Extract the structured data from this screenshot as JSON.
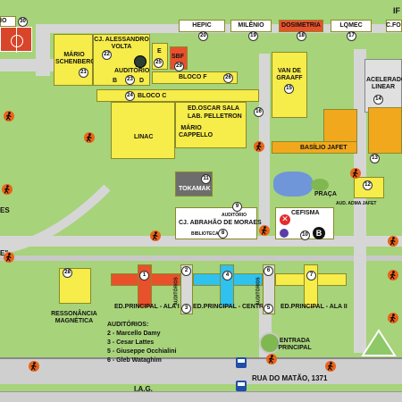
{
  "colors": {
    "grass": "#a7d37a",
    "road": "#d6d6d6",
    "building_yellow": "#f6ec4a",
    "building_orange": "#f2a81d",
    "building_red": "#e9502c",
    "building_blue": "#2fc2ef",
    "building_dark": "#6d6d6d",
    "water": "#6f96d8",
    "walker": "#e8641b"
  },
  "top_labels": {
    "corner_left": "IO",
    "corner_right": "IF",
    "c_fo": "C.FO"
  },
  "buildings": {
    "hepic": "HEPIC",
    "milenio": "MILÊNIO",
    "dosimetria": "DOSIMETRIA",
    "lqmec": "LQMEC",
    "mario_schenberg": "MÁRIO SCHENBERG",
    "alessandro_volta": "CJ. ALESSANDRO VOLTA",
    "auditorio_top": "AUDITÓRIO",
    "sbf": "SBF",
    "e": "E",
    "a": "A",
    "b": "B",
    "d": "D",
    "bloco_f": "BLOCO F",
    "bloco_c": "BLOCO C",
    "oscar_sala": "ED.OSCAR SALA",
    "pelletron": "LAB. PELLETRON",
    "van_de_graaff": "VAN DE GRAAFF",
    "acelerador": "ACELERADOR LINEAR",
    "linac": "LINAC",
    "mario_cappello": "MÁRIO CAPPELLO",
    "basilio_jafet": "BASÍLIO JAFET",
    "tokamak": "TOKAMAK",
    "praca": "PRAÇA",
    "aud_adma": "AUD. ADMA JAFET",
    "cefisma": "CEFISMA",
    "auditorio_mid": "AUDITÓRIO",
    "abrahao": "CJ. ABRAHÃO DE MORAES",
    "biblioteca": "BIBLIOTECA",
    "ala_i": "ED.PRINCIPAL - ALA I",
    "central": "ED.PRINCIPAL - CENTRAL",
    "ala_ii": "ED.PRINCIPAL - ALA II",
    "auditorios_v": "AUDITÓRIOS",
    "ressonancia": "RESSONÂNCIA MAGNÉTICA",
    "entrada": "ENTRADA PRINCIPAL",
    "rua_matao": "RUA DO MATÃO, 1371",
    "iag": "I.A.G.",
    "edge_es": "ES",
    "edge_e": "E\""
  },
  "numbers": {
    "n30": "30",
    "n20": "20",
    "n19": "19",
    "n18": "18",
    "n17": "17",
    "n22": "22",
    "n21": "21",
    "n23": "23",
    "n25": "25",
    "n29": "29",
    "n26": "26",
    "n24": "24",
    "n16": "16",
    "n15": "15",
    "n14": "14",
    "n13": "13",
    "n12": "12",
    "n11": "11",
    "n9": "9",
    "n8": "8",
    "n10": "10",
    "n28": "28",
    "n1": "1",
    "n2": "2",
    "n3": "3",
    "n4": "4",
    "n5": "5",
    "n6": "6",
    "n7": "7"
  },
  "legend": {
    "title": "AUDITÓRIOS:",
    "items": [
      "2 - Marcello Damy",
      "3 - Cesar Lattes",
      "5 - Giuseppe Occhialini",
      "6 - Gleb Wataghim"
    ]
  },
  "icons": {
    "cefisma_b": "B",
    "walker": "pedestrian-icon",
    "bus": "bus-icon",
    "parking": "P"
  }
}
